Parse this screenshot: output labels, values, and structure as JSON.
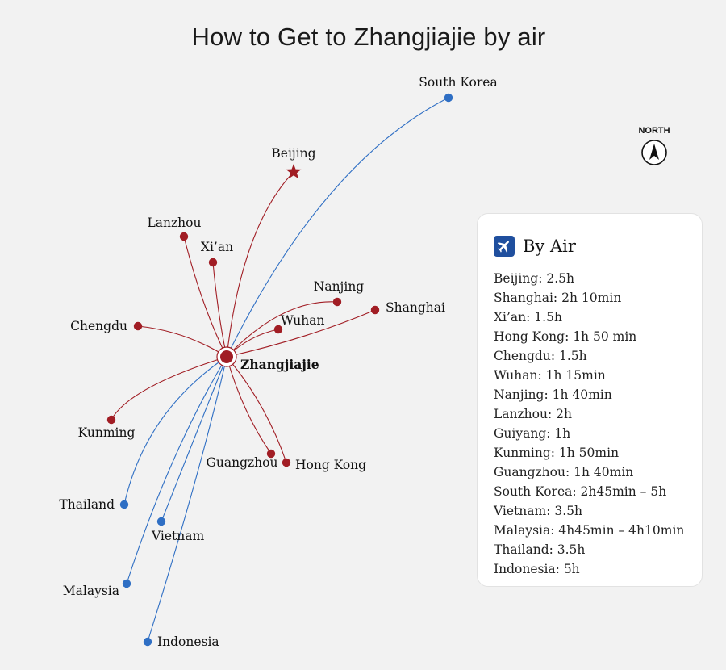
{
  "title": "How to Get to Zhangjiajie by air",
  "compass": {
    "label": "NORTH",
    "icon": "north-arrow-icon"
  },
  "hub": {
    "name": "Zhangjiajie",
    "color": "#a11d24"
  },
  "colors": {
    "domestic": "#a11d24",
    "international": "#2f6fc4"
  },
  "destinations": [
    {
      "name": "Beijing",
      "type": "domestic",
      "marker": "star"
    },
    {
      "name": "Lanzhou",
      "type": "domestic"
    },
    {
      "name": "Xi’an",
      "type": "domestic"
    },
    {
      "name": "Nanjing",
      "type": "domestic"
    },
    {
      "name": "Shanghai",
      "type": "domestic"
    },
    {
      "name": "Wuhan",
      "type": "domestic"
    },
    {
      "name": "Chengdu",
      "type": "domestic"
    },
    {
      "name": "Kunming",
      "type": "domestic"
    },
    {
      "name": "Guangzhou",
      "type": "domestic"
    },
    {
      "name": "Hong Kong",
      "type": "domestic"
    },
    {
      "name": "South Korea",
      "type": "international"
    },
    {
      "name": "Thailand",
      "type": "international"
    },
    {
      "name": "Vietnam",
      "type": "international"
    },
    {
      "name": "Malaysia",
      "type": "international"
    },
    {
      "name": "Indonesia",
      "type": "international"
    }
  ],
  "panel": {
    "icon": "airplane-icon",
    "title": "By Air",
    "items": [
      "Beijing: 2.5h",
      "Shanghai: 2h 10min",
      "Xi’an: 1.5h",
      "Hong Kong: 1h 50 min",
      "Chengdu: 1.5h",
      "Wuhan: 1h 15min",
      "Nanjing: 1h 40min",
      "Lanzhou: 2h",
      "Guiyang: 1h",
      "Kunming: 1h 50min",
      "Guangzhou: 1h 40min",
      "South Korea: 2h45min – 5h",
      "Vietnam: 3.5h",
      "Malaysia: 4h45min – 4h10min",
      "Thailand: 3.5h",
      "Indonesia: 5h"
    ]
  }
}
